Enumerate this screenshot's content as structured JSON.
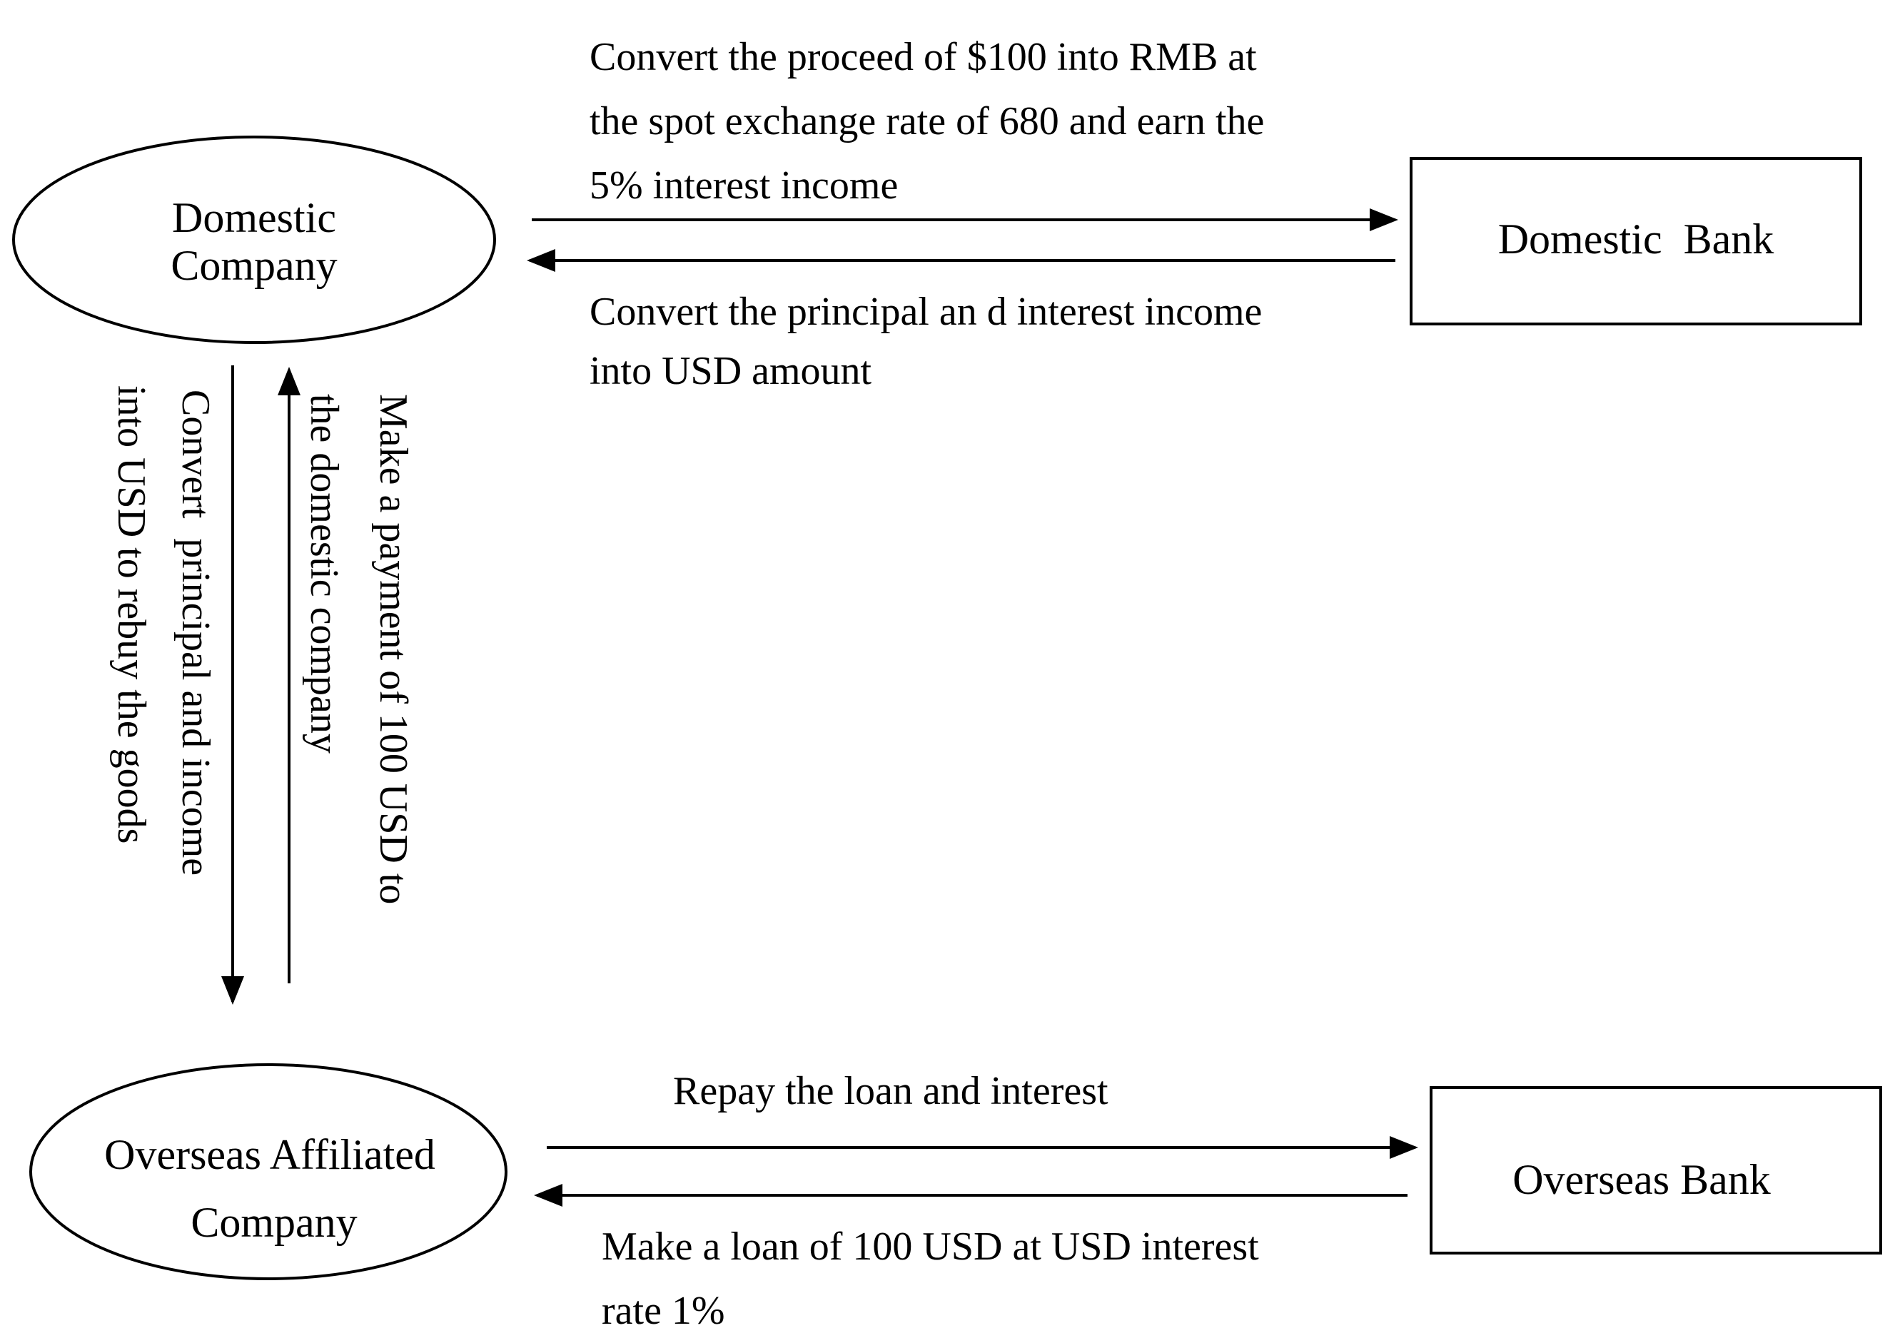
{
  "nodes": {
    "domestic_company": {
      "lines": [
        "Domestic",
        "Company"
      ]
    },
    "domestic_bank": {
      "label": "Domestic  Bank"
    },
    "overseas_company": {
      "lines": [
        "Overseas Affiliated",
        "Company"
      ]
    },
    "overseas_bank": {
      "label": "Overseas Bank"
    }
  },
  "edges": {
    "company_to_domestic_bank": {
      "lines": [
        "Convert the proceed of $100 into RMB at",
        "the spot exchange rate of 680 and earn the",
        "5% interest income"
      ]
    },
    "domestic_bank_to_company": {
      "lines": [
        "Convert the principal an d interest income",
        "into USD amount"
      ]
    },
    "domestic_to_overseas_company": {
      "lines": [
        "Convert  principal and income",
        "into USD to rebuy the goods"
      ]
    },
    "overseas_to_domestic_company": {
      "lines": [
        "Make a payment of 100 USD to",
        "the domestic company"
      ]
    },
    "overseas_company_to_bank": {
      "lines": [
        "Repay the loan and interest"
      ]
    },
    "overseas_bank_to_company": {
      "lines": [
        "Make a loan of 100 USD at USD interest",
        "rate 1%"
      ]
    }
  }
}
